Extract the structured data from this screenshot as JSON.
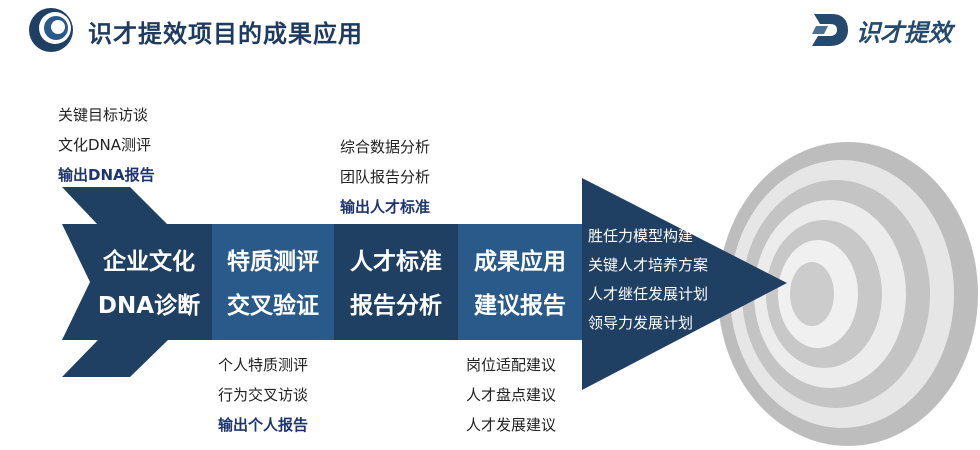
{
  "header": {
    "title": "识才提效项目的成果应用",
    "brand_name": "识才提效",
    "brand_mark": "D"
  },
  "colors": {
    "dark_navy": "#1f3f63",
    "mid_blue": "#2a5a8a",
    "title": "#1e3a5f",
    "target_light": "#e2e2e2",
    "target_dark": "#bdbdbd"
  },
  "stages": [
    {
      "line1": "企业文化",
      "line2": "DNA诊断",
      "notes": [
        "关键目标访谈",
        "文化DNA测评"
      ],
      "output": "输出DNA报告"
    },
    {
      "line1": "特质测评",
      "line2": "交叉验证",
      "notes": [
        "个人特质测评",
        "行为交叉访谈"
      ],
      "output": "输出个人报告"
    },
    {
      "line1": "人才标准",
      "line2": "报告分析",
      "notes": [
        "综合数据分析",
        "团队报告分析"
      ],
      "output": "输出人才标准"
    },
    {
      "line1": "成果应用",
      "line2": "建议报告",
      "notes": [
        "岗位适配建议",
        "人才盘点建议",
        "人才发展建议"
      ]
    }
  ],
  "arrow_items": [
    "胜任力模型构建",
    "关键人才培养方案",
    "人才继任发展计划",
    "领导力发展计划"
  ]
}
